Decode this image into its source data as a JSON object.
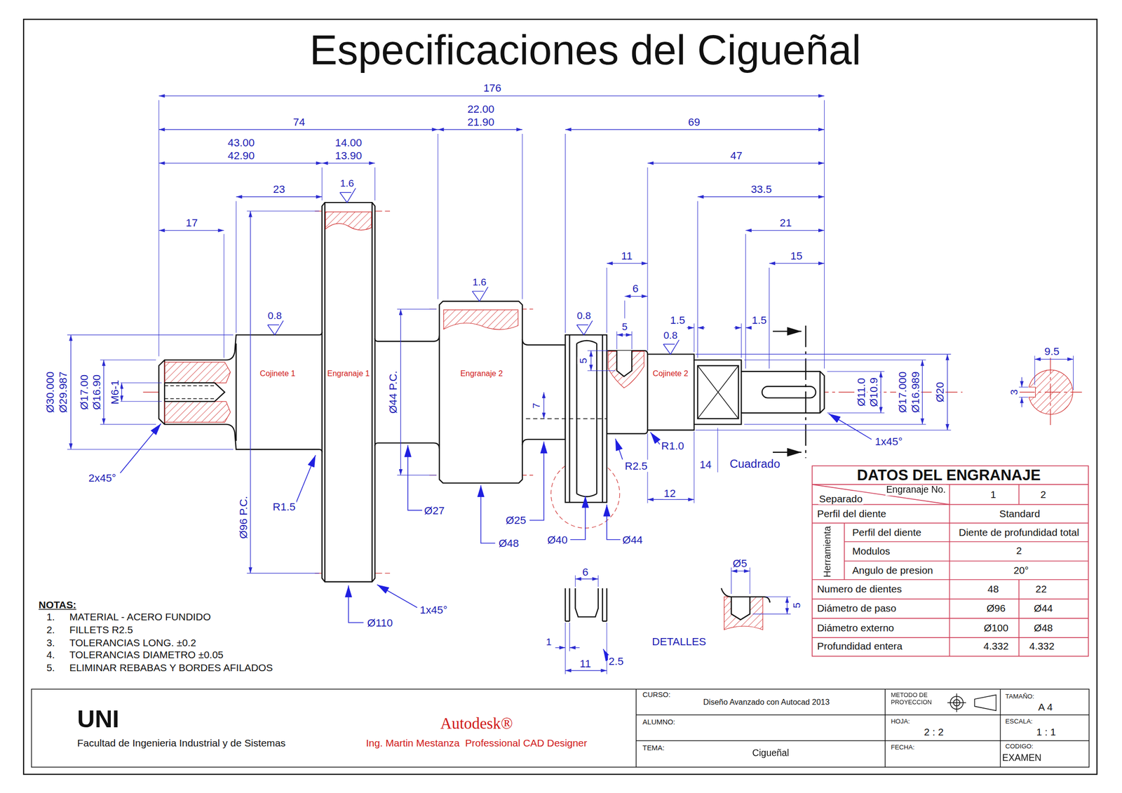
{
  "diagram": {
    "title": "Especificaciones del Cigueñal",
    "labels": [
      "176",
      "74",
      "22.00",
      "21.90",
      "69",
      "43.00",
      "42.90",
      "14.00",
      "13.90",
      "47",
      "23",
      "33.5",
      "1.6",
      "17",
      "21",
      "11",
      "15",
      "1.6",
      "6",
      "0.8",
      "1.5",
      "1.5",
      "0.8",
      "5",
      "0.8",
      "9.5",
      "5",
      "Cojinete 1",
      "Engranaje 1",
      "Engranaje 2",
      "Cojinete 2",
      "Ø30.000",
      "Ø29.987",
      "Ø17.00",
      "Ø16.90",
      "M6-1",
      "Ø44 P.C.",
      "7",
      "3",
      "Ø11.0",
      "Ø10.9",
      "Ø17.000",
      "Ø16.989",
      "Ø20",
      "1x45°",
      "R1.0",
      "R2.5",
      "14",
      "Cuadrado",
      "2x45°",
      "12",
      "R1.5",
      "Ø27",
      "Ø96 P.C.",
      "Ø25",
      "Ø40",
      "Ø44",
      "Ø48",
      "Ø5",
      "6",
      "1x45°",
      "5",
      "Ø110",
      "DETALLES",
      "1",
      "11",
      "2.5",
      "NOTAS:",
      "1.",
      "MATERIAL - ACERO FUNDIDO",
      "2.",
      "FILLETS R2.5",
      "3.",
      "TOLERANCIAS LONG. ±0.2",
      "4.",
      "TOLERANCIAS DIAMETRO ±0.05",
      "5.",
      "ELIMINAR REBABAS Y BORDES AFILADOS",
      "DATOS DEL ENGRANAJE",
      "Engranaje No.",
      "Separado",
      "1",
      "2",
      "Perfil del diente",
      "Standard",
      "Herramienta",
      "Perfil del diente",
      "Diente de profundidad total",
      "Modulos",
      "2",
      "Angulo de presion",
      "20°",
      "Numero de dientes",
      "48",
      "22",
      "Diámetro de paso",
      "Ø96",
      "Ø44",
      "Diámetro externo",
      "Ø100",
      "Ø48",
      "Profundidad entera",
      "4.332",
      "4.332",
      "UNI",
      "Facultad de Ingenieria Industrial y de Sistemas",
      "Autodesk®",
      "Ing. Martin Mestanza  Professional CAD Designer",
      "CURSO:",
      "Diseño Avanzado con Autocad 2013",
      "METODO DE PROYECCION",
      "TAMAÑO:",
      "A 4",
      "ALUMNO:",
      "HOJA:",
      "2 : 2",
      "ESCALA:",
      "1 : 1",
      "TEMA:",
      "Cigueñal",
      "FECHA:",
      "CODIGO:",
      "EXAMEN"
    ]
  }
}
